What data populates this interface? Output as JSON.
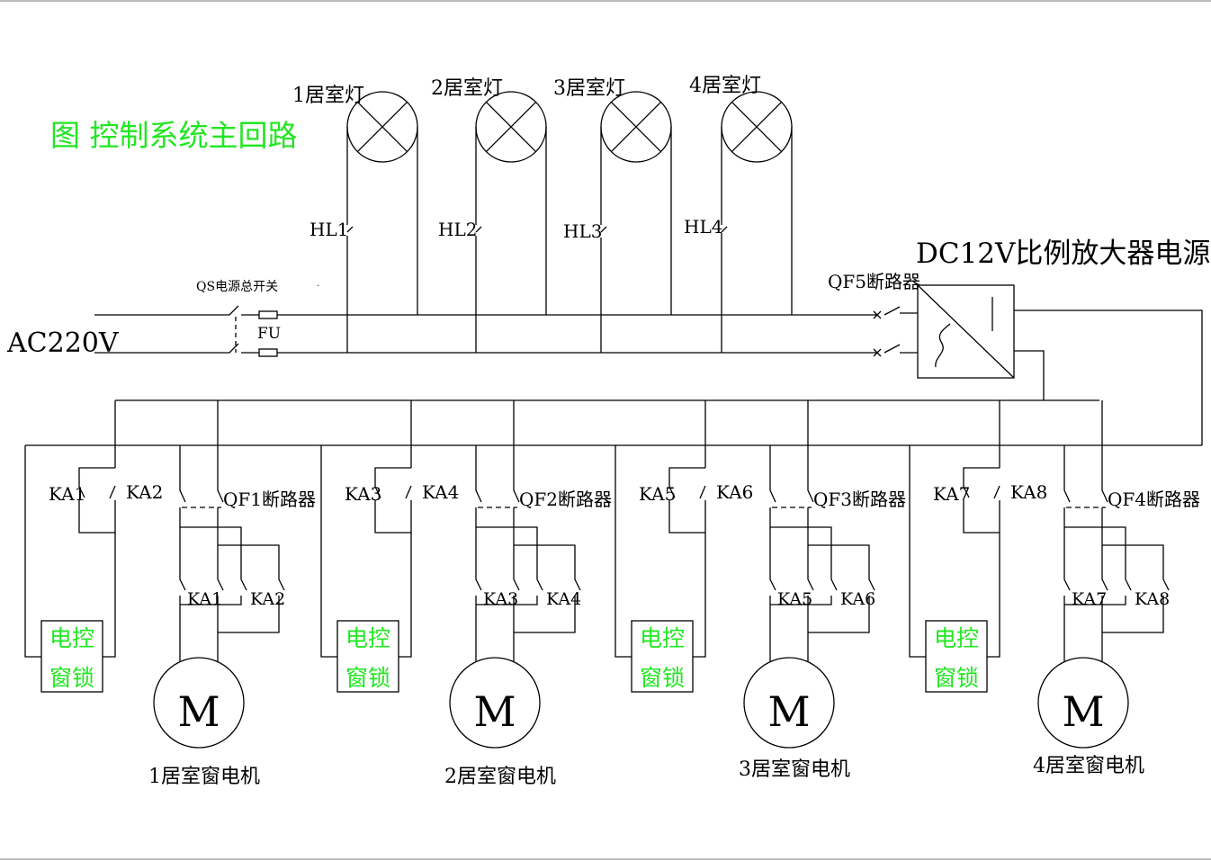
{
  "title": "图  控制系统主回路",
  "supply": {
    "label": "AC220V",
    "main_switch": "QS电源总开关",
    "fuse": "FU"
  },
  "lamps": [
    {
      "label": "1居室灯",
      "switch": "HL1"
    },
    {
      "label": "2居室灯",
      "switch": "HL2"
    },
    {
      "label": "3居室灯",
      "switch": "HL3"
    },
    {
      "label": "4居室灯",
      "switch": "HL4"
    }
  ],
  "power_supply": {
    "label": "DC12V比例放大器电源",
    "breaker": "QF5断路器"
  },
  "units": [
    {
      "contacts": [
        "KA1",
        "KA2"
      ],
      "breaker": "QF1断路器",
      "lock_line1": "电控",
      "lock_line2": "窗锁",
      "motor": "M",
      "motor_label": "1居室窗电机"
    },
    {
      "contacts": [
        "KA3",
        "KA4"
      ],
      "breaker": "QF2断路器",
      "lock_line1": "电控",
      "lock_line2": "窗锁",
      "motor": "M",
      "motor_label": "2居室窗电机"
    },
    {
      "contacts": [
        "KA5",
        "KA6"
      ],
      "breaker": "QF3断路器",
      "lock_line1": "电控",
      "lock_line2": "窗锁",
      "motor": "M",
      "motor_label": "3居室窗电机"
    },
    {
      "contacts": [
        "KA7",
        "KA8"
      ],
      "breaker": "QF4断路器",
      "lock_line1": "电控",
      "lock_line2": "窗锁",
      "motor": "M",
      "motor_label": "4居室窗电机"
    }
  ],
  "colors": {
    "title": "#22e622",
    "lock_text": "#22e622",
    "lines": "#000000"
  }
}
